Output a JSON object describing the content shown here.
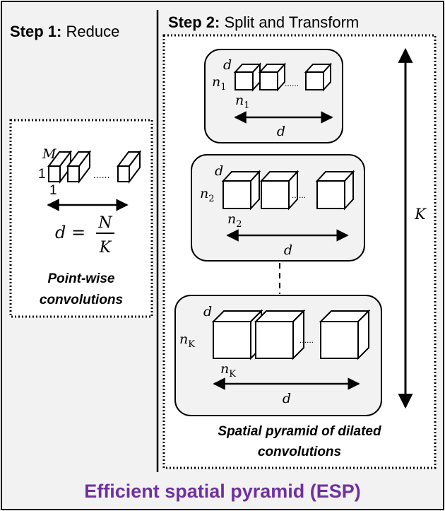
{
  "step1": {
    "heading_bold": "Step 1:",
    "heading_rest": " Reduce",
    "dim_m": "M",
    "dim_one_a": "1",
    "dim_one_b": "1",
    "dots": "......",
    "eq_lhs": "d =",
    "eq_num": "N",
    "eq_den": "K",
    "caption_line1": "Point-wise",
    "caption_line2": "convolutions"
  },
  "step2": {
    "heading_bold": "Step 2:",
    "heading_rest": " Split and Transform",
    "dots": "......",
    "branches": [
      {
        "dim_d": "d",
        "n_label": "n",
        "n_sub": "1",
        "n_bottom": "n",
        "n_bottom_sub": "1",
        "width_label": "d"
      },
      {
        "dim_d": "d",
        "n_label": "n",
        "n_sub": "2",
        "n_bottom": "n",
        "n_bottom_sub": "2",
        "width_label": "d"
      },
      {
        "dim_d": "d",
        "n_label": "n",
        "n_sub": "K",
        "n_bottom": "n",
        "n_bottom_sub": "K",
        "width_label": "d"
      }
    ],
    "k_label": "K",
    "caption_line1": "Spatial pyramid of dilated",
    "caption_line2": "convolutions"
  },
  "footer": {
    "title": "Efficient spatial pyramid (ESP)",
    "title_color": "#7030A0"
  }
}
